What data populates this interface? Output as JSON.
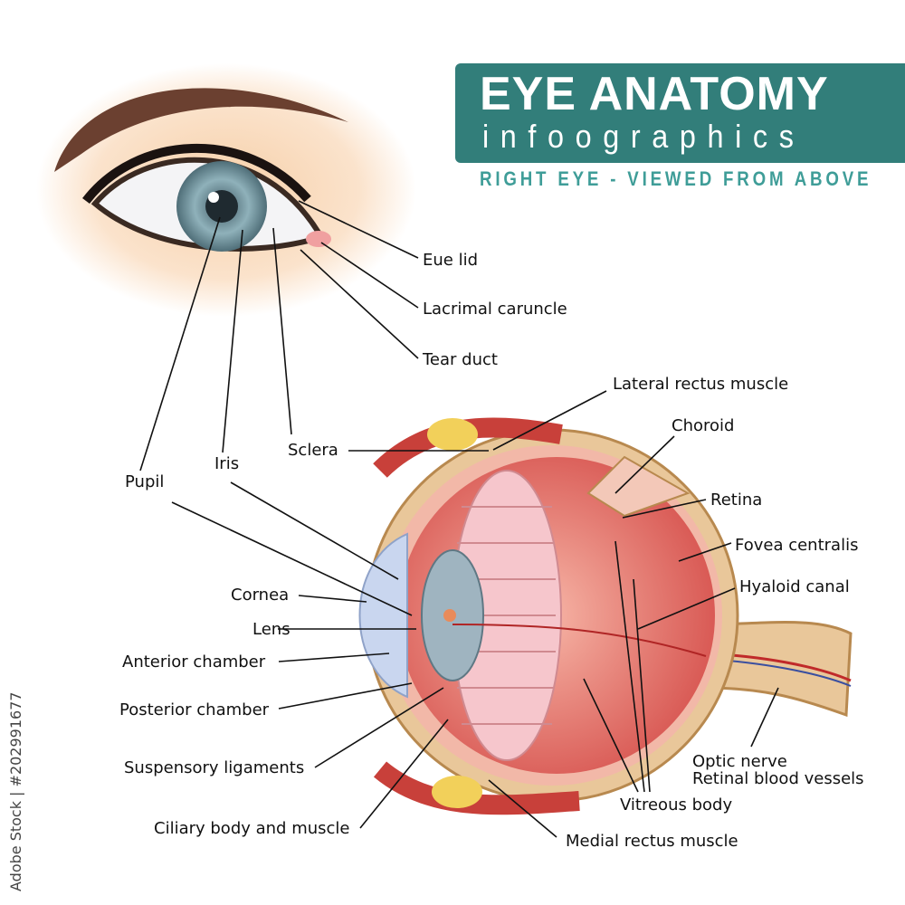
{
  "header": {
    "title": "EYE ANATOMY",
    "subtitle": "infoographics",
    "caption": "RIGHT EYE - VIEWED FROM ABOVE"
  },
  "labels": {
    "eyelid": "Eue lid",
    "lacrimal_caruncle": "Lacrimal caruncle",
    "tear_duct": "Tear duct",
    "lateral_rectus": "Lateral rectus muscle",
    "choroid": "Choroid",
    "retina": "Retina",
    "fovea": "Fovea centralis",
    "hyaloid": "Hyaloid canal",
    "sclera": "Sclera",
    "iris": "Iris",
    "pupil": "Pupil",
    "cornea": "Cornea",
    "lens": "Lens",
    "anterior_chamber": "Anterior chamber",
    "posterior_chamber": "Posterior chamber",
    "suspensory": "Suspensory ligaments",
    "ciliary": "Ciliary body and muscle",
    "medial_rectus": "Medial rectus muscle",
    "vitreous": "Vitreous body",
    "optic_nerve": "Optic nerve",
    "retinal_vessels": "Retinal blood vessels"
  },
  "watermark": "Adobe Stock | #202991677",
  "colors": {
    "banner": "#327e7a",
    "caption": "#3f9d98",
    "sclera": "#e9c79a",
    "retina": "#e58a86",
    "muscle": "#c8403a",
    "iris": "#7fa3ad"
  }
}
